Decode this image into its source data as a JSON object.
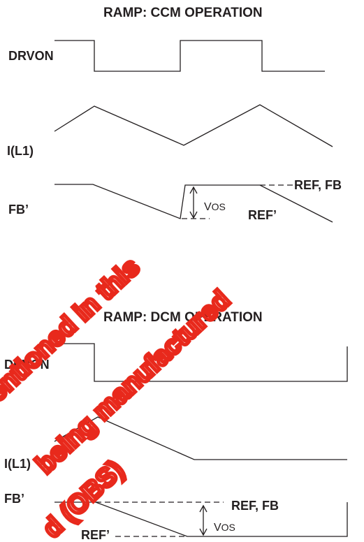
{
  "ccm": {
    "title": "RAMP: CCM OPERATION",
    "drvon_label": "DRVON",
    "inductor_label": "I(L1)",
    "fb_label": "FB’",
    "ref_fb_label": "REF, FB",
    "ref_prime_label": "REF’",
    "vos_label": "VOS"
  },
  "dcm": {
    "title": "RAMP: DCM OPERATION",
    "drvon_label": "DRVON",
    "inductor_label": "I(L1)",
    "fb_label": "FB’",
    "ref_fb_label": "REF, FB",
    "ref_prime_label": "REF’",
    "vos_label": "VOS"
  },
  "watermark": {
    "line1": "mentioned in this",
    "line2": "being manufactured",
    "line3": "d (OBS)"
  },
  "colors": {
    "ink": "#231f20",
    "watermark": "#e8291c"
  }
}
